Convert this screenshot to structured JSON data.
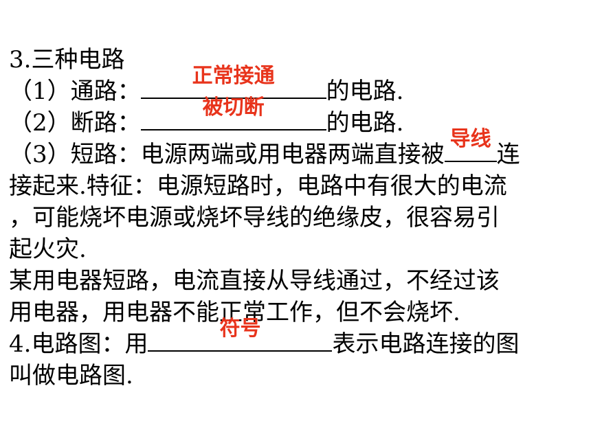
{
  "heading": "3.三种电路",
  "item1": {
    "prefix": "（1）通路：",
    "answer": "正常接通",
    "suffix": "的电路."
  },
  "item2": {
    "prefix": "（2）断路：",
    "answer": "被切断",
    "suffix": "的电路."
  },
  "item3": {
    "prefix": "（3）短路：电源两端或用电器两端直接被",
    "answer": "导线",
    "suffix": "连",
    "line2": "接起来.特征：电源短路时，电路中有很大的电流",
    "line3": "，可能烧坏电源或烧坏导线的绝缘皮，很容易引",
    "line4": "起火灾."
  },
  "note": {
    "line1": "某用电器短路，电流直接从导线通过，不经过该",
    "line2": "用电器，用电器不能正常工作，但不会烧坏."
  },
  "item4": {
    "prefix": "4.电路图：用",
    "answer": "符号",
    "suffix": "表示电路连接的图",
    "line2": "叫做电路图."
  },
  "colors": {
    "answer": "#e8341c",
    "text": "#000000",
    "background": "#ffffff"
  }
}
